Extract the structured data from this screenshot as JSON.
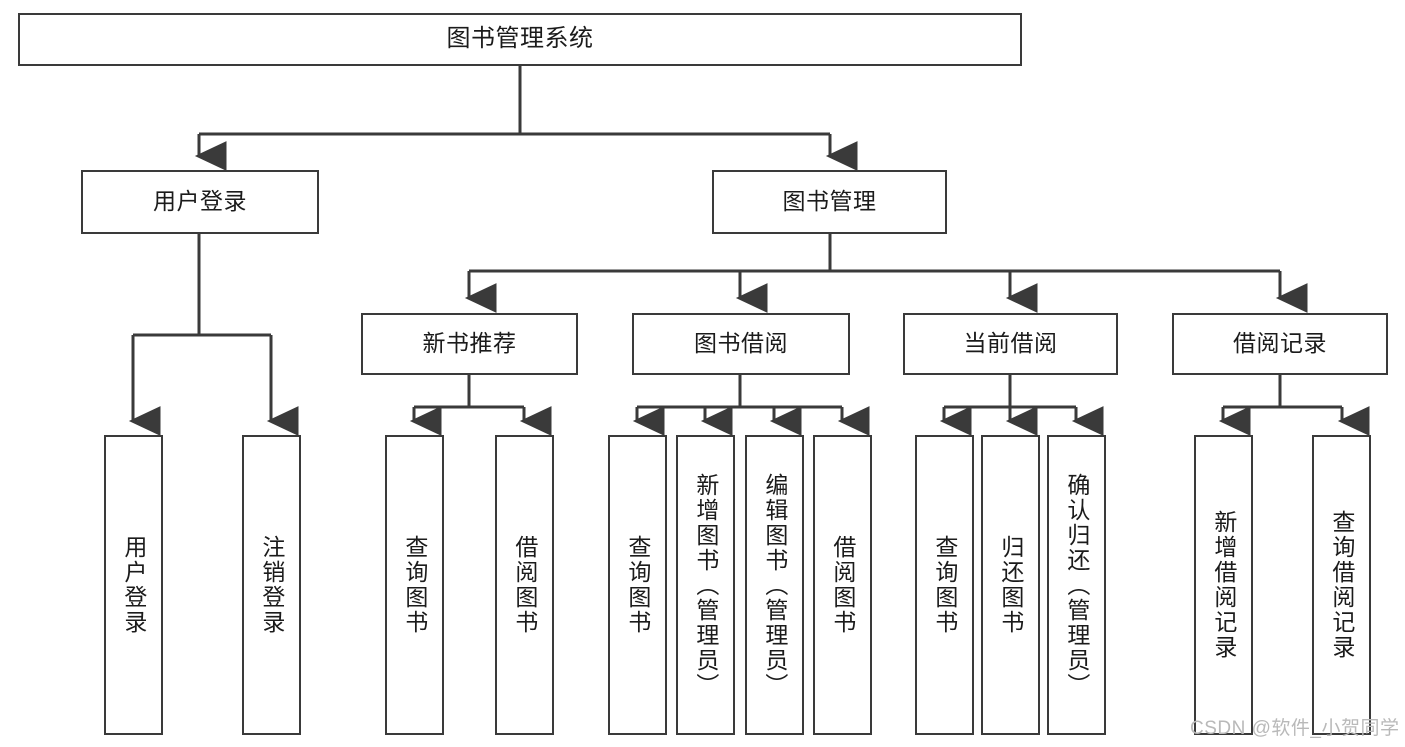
{
  "diagram": {
    "type": "tree-hierarchy",
    "title": "图书管理系统",
    "root": {
      "label": "图书管理系统"
    },
    "level1": [
      {
        "id": "user-login",
        "label": "用户登录"
      },
      {
        "id": "book-management",
        "label": "图书管理"
      }
    ],
    "level2": [
      {
        "id": "new-book-recommend",
        "label": "新书推荐",
        "parent": "book-management"
      },
      {
        "id": "book-borrow",
        "label": "图书借阅",
        "parent": "book-management"
      },
      {
        "id": "current-borrow",
        "label": "当前借阅",
        "parent": "book-management"
      },
      {
        "id": "borrow-record",
        "label": "借阅记录",
        "parent": "book-management"
      }
    ],
    "leaves": {
      "user-login": [
        {
          "id": "leaf-user-login",
          "label": "用户登录"
        },
        {
          "id": "leaf-logout-login",
          "label": "注销登录"
        }
      ],
      "new-book-recommend": [
        {
          "id": "leaf-query-book-1",
          "label": "查询图书"
        },
        {
          "id": "leaf-borrow-book-1",
          "label": "借阅图书"
        }
      ],
      "book-borrow": [
        {
          "id": "leaf-query-book-2",
          "label": "查询图书"
        },
        {
          "id": "leaf-add-book",
          "label": "新增图书（管理员）"
        },
        {
          "id": "leaf-edit-book",
          "label": "编辑图书（管理员）"
        },
        {
          "id": "leaf-borrow-book-2",
          "label": "借阅图书"
        }
      ],
      "current-borrow": [
        {
          "id": "leaf-query-book-3",
          "label": "查询图书"
        },
        {
          "id": "leaf-return-book",
          "label": "归还图书"
        },
        {
          "id": "leaf-confirm-return",
          "label": "确认归还（管理员）"
        }
      ],
      "borrow-record": [
        {
          "id": "leaf-add-record",
          "label": "新增借阅记录"
        },
        {
          "id": "leaf-query-record",
          "label": "查询借阅记录"
        }
      ]
    }
  },
  "watermark": {
    "text": "CSDN @软件_小贺同学"
  },
  "colors": {
    "background": "#ffffff",
    "box_border": "#3a3a3a",
    "box_fill": "#ffffff",
    "text": "#1b1b1b",
    "connector": "#3a3a3a",
    "watermark": "#b9b9b9"
  }
}
